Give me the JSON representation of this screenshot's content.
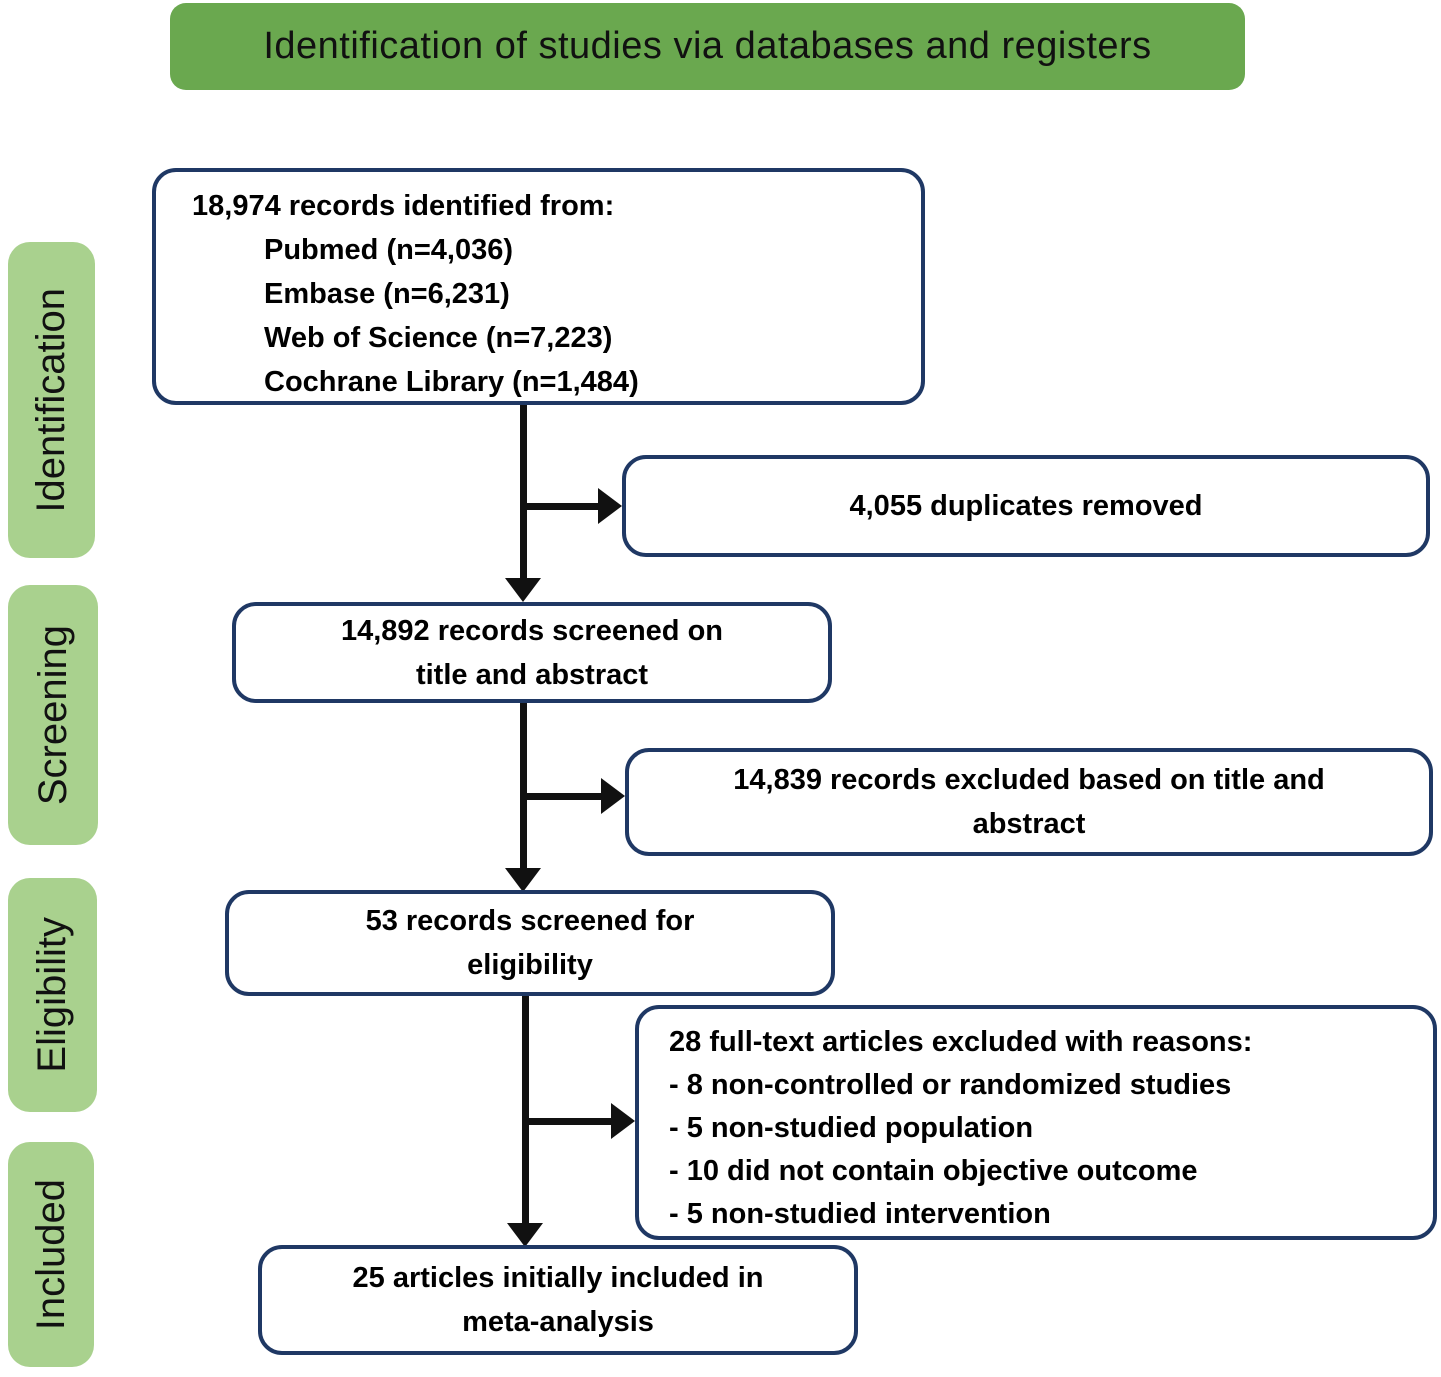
{
  "title": "Identification of studies via databases and registers",
  "colors": {
    "banner_green": "#6aa84f",
    "stage_green": "#a9d18e",
    "box_border_navy": "#1f3864",
    "arrow_black": "#111111",
    "background": "#ffffff"
  },
  "stages": [
    {
      "label": "Identification"
    },
    {
      "label": "Screening"
    },
    {
      "label": "Eligibility"
    },
    {
      "label": "Included"
    }
  ],
  "boxes": {
    "identified": {
      "heading": "18,974 records identified from:",
      "sources": [
        "Pubmed (n=4,036)",
        "Embase (n=6,231)",
        "Web of Science (n=7,223)",
        "Cochrane Library (n=1,484)"
      ]
    },
    "duplicates": {
      "lines": [
        "4,055 duplicates removed"
      ]
    },
    "screened": {
      "lines": [
        "14,892 records screened on",
        "title and abstract"
      ]
    },
    "excluded_title_abstract": {
      "lines": [
        "14,839 records excluded based on title and",
        "abstract"
      ]
    },
    "eligibility": {
      "lines": [
        "53 records screened for",
        "eligibility"
      ]
    },
    "fulltext_excluded": {
      "heading": "28 full-text articles excluded with reasons:",
      "reasons": [
        "- 8 non-controlled or randomized studies",
        "- 5 non-studied population",
        "- 10 did not contain objective outcome",
        "- 5 non-studied intervention"
      ]
    },
    "included": {
      "lines": [
        "25 articles initially included in",
        "meta-analysis"
      ]
    }
  }
}
